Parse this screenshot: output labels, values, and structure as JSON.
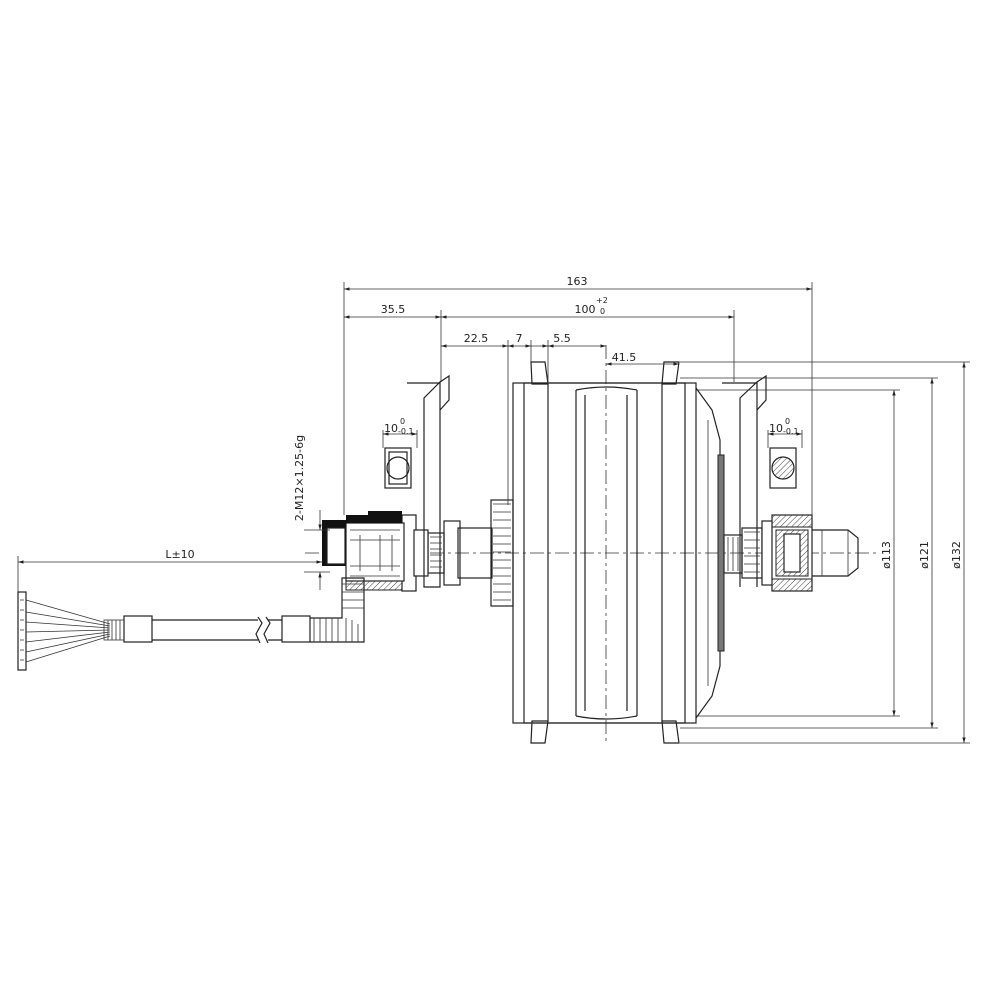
{
  "dimensions": {
    "overall_length": "163",
    "left_offset": "35.5",
    "hub_width": "100",
    "hub_width_tol_upper": "+2",
    "hub_width_tol_lower": "0",
    "flange_offset": "22.5",
    "flange_gap": "7",
    "center_offset": "5.5",
    "half_width": "41.5",
    "thread_spec": "2-M12×1.25-6g",
    "cable_length": "L±10",
    "slot_left": "10",
    "slot_left_tol_upper": "0",
    "slot_left_tol_lower": "-0.1",
    "slot_right": "10",
    "slot_right_tol_upper": "0",
    "slot_right_tol_lower": "-0.1",
    "diameter_inner": "ø113",
    "diameter_mid": "ø121",
    "diameter_outer": "ø132"
  }
}
